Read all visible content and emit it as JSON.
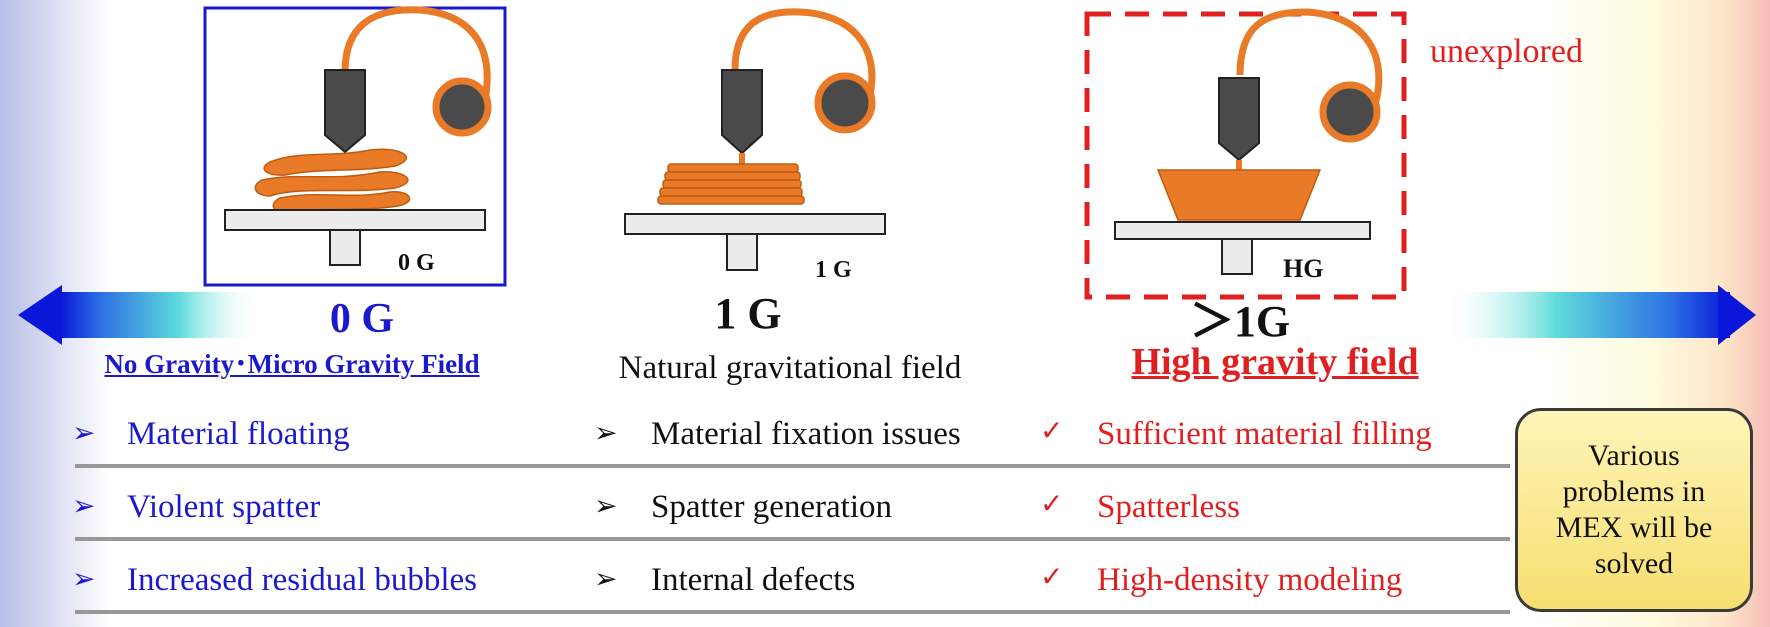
{
  "colors": {
    "blue": "#1a1acc",
    "red": "#e02020",
    "black": "#111111",
    "filament": "#e87a28",
    "nozzle": "#4a4a4a",
    "plate": "#ececec"
  },
  "icons": {
    "arrow": "double-headed-gradient-arrow",
    "bullet": "arrowhead-bullet",
    "check": "check-mark"
  },
  "panels": [
    {
      "id": "zero-g",
      "plate_label": "0 G",
      "title": "0 G",
      "subtitle": "No Gravity･Micro Gravity Field"
    },
    {
      "id": "one-g",
      "plate_label": "1 G",
      "title": "1 G",
      "subtitle": "Natural gravitational field"
    },
    {
      "id": "high-g",
      "plate_label": "HG",
      "title": "＞1G",
      "subtitle": "High gravity field",
      "note": "unexplored"
    }
  ],
  "rows": [
    {
      "left": "Material floating",
      "middle": "Material fixation issues",
      "right": "Sufficient material filling"
    },
    {
      "left": "Violent spatter",
      "middle": "Spatter generation",
      "right": "Spatterless"
    },
    {
      "left": "Increased residual bubbles",
      "middle": "Internal defects",
      "right": "High-density modeling"
    }
  ],
  "callout": "Various\nproblems in\nMEX will be\nsolved"
}
